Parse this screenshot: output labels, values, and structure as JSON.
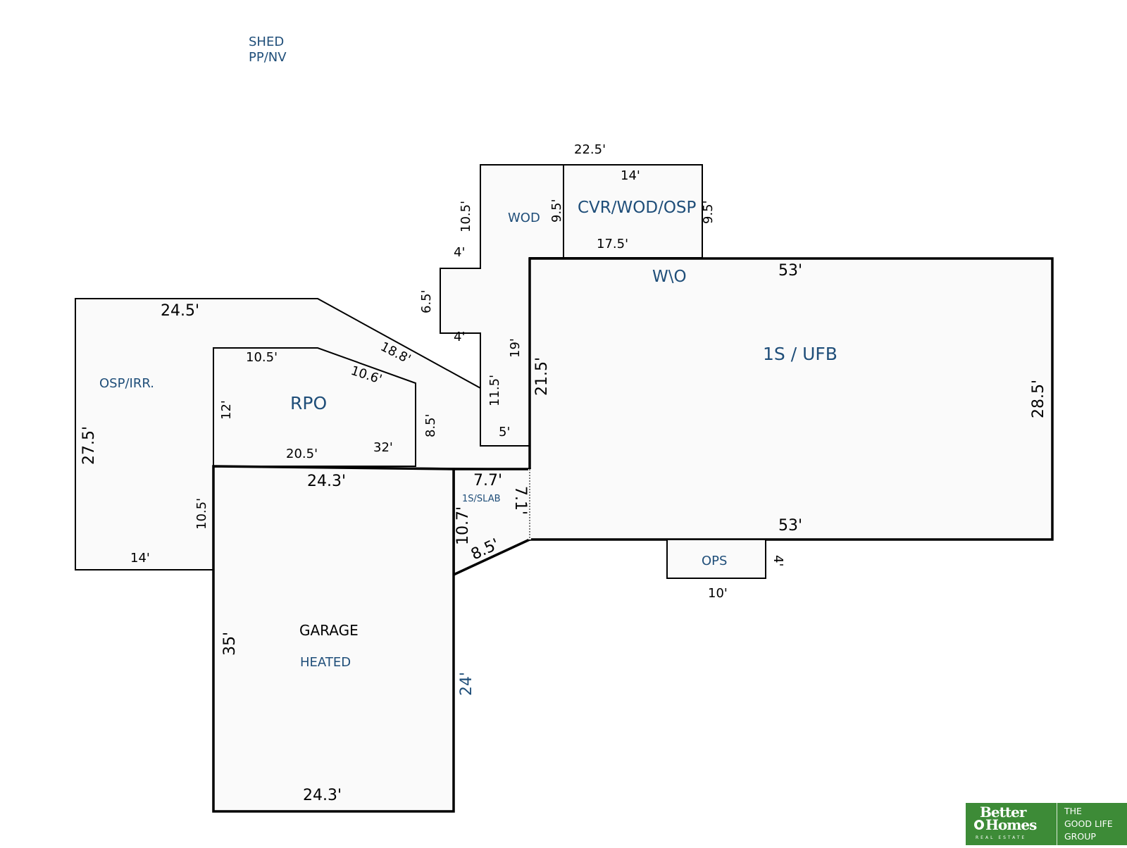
{
  "labels": {
    "shed_line1": "SHED",
    "shed_line2": "PP/NV",
    "wod": "WOD",
    "cvr_wod_osp": "CVR/WOD/OSP",
    "w_o": "W\\O",
    "main": "1S / UFB",
    "osp_irr": "OSP/IRR.",
    "rpo": "RPO",
    "slab": "1S/SLAB",
    "ops": "OPS",
    "garage": "GARAGE",
    "heated": "HEATED"
  },
  "dimensions": {
    "deck_total_width": "22.5'",
    "cvr_top": "14'",
    "deck_left_height": "10.5'",
    "wod_right_height": "9.5'",
    "cvr_right_height": "9.5'",
    "cvr_bottom": "17.5'",
    "step_top": "4'",
    "step_height": "6.5'",
    "step_bottom": "4'",
    "wall_19": "19'",
    "wall_11_5": "11.5'",
    "bump_5": "5'",
    "main_left": "21.5'",
    "main_top": "53'",
    "main_right": "28.5'",
    "main_bottom": "53'",
    "osp_top": "24.5'",
    "osp_diag": "18.8'",
    "osp_left": "27.5'",
    "osp_inner": "10.5'",
    "osp_bottom": "14'",
    "rpo_top": "10.5'",
    "rpo_diag": "10.6'",
    "rpo_left": "12'",
    "rpo_right": "8.5'",
    "rpo_bottom": "20.5'",
    "rpo_inner": "32'",
    "garage_top": "24.3'",
    "garage_left": "35'",
    "garage_right": "24'",
    "garage_bottom": "24.3'",
    "slab_top": "7.7'",
    "slab_right": "7.1'",
    "slab_left": "10.7'",
    "slab_diag": "8.5'",
    "ops_width": "10'",
    "ops_depth": "4'"
  },
  "logo": {
    "brand_line1": "Better",
    "brand_line2": "Homes",
    "brand_line3": "REAL ESTATE",
    "group_line1": "THE",
    "group_line2": "GOOD LIFE",
    "group_line3": "GROUP"
  },
  "colors": {
    "label_blue": "#1f4e79",
    "logo_green": "#3d8b37"
  }
}
